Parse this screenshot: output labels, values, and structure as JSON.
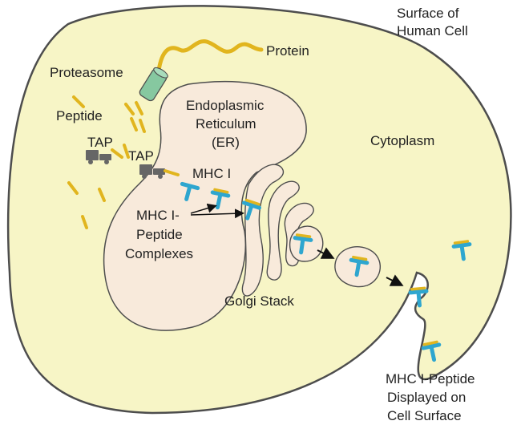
{
  "colors": {
    "cell_fill": "#f7f5c6",
    "cell_stroke": "#4d4d4d",
    "er_fill": "#f8eadb",
    "golgi_fill": "#f8eadb",
    "mhc_blue": "#2ea6cf",
    "peptide_yellow": "#e1b51e",
    "proteasome_green": "#86c8a0",
    "tap_gray": "#666666"
  },
  "labels": {
    "surface": [
      "Surface of",
      "Human Cell"
    ],
    "protein": "Protein",
    "proteasome": "Proteasome",
    "peptide": "Peptide",
    "tap1": "TAP",
    "tap2": "TAP",
    "er": [
      "Endoplasmic",
      "Reticulum",
      "(ER)"
    ],
    "cytoplasm": "Cytoplasm",
    "mhc": "MHC I",
    "complexes": [
      "MHC I-",
      "Peptide",
      "Complexes"
    ],
    "golgi": "Golgi Stack",
    "displayed": [
      "MHC I-Peptide",
      "Displayed on",
      "Cell Surface"
    ]
  },
  "icons": [
    "protein-chain-icon",
    "proteasome-icon",
    "peptide-fragment-icon",
    "tap-transporter-icon",
    "mhc-molecule-icon",
    "vesicle-icon",
    "arrow-icon"
  ]
}
